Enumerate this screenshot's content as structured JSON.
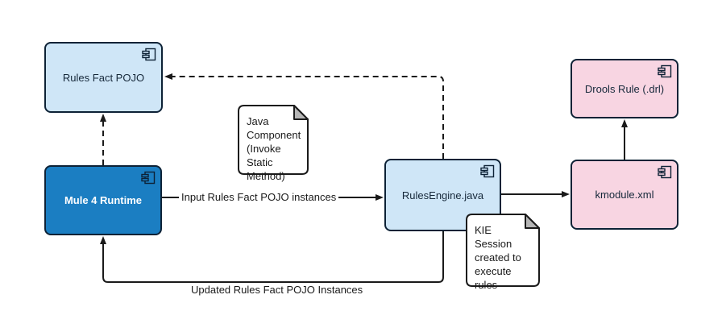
{
  "diagram": {
    "nodes": {
      "rules_fact_pojo": {
        "label": "Rules Fact POJO",
        "fill": "#cfe6f7"
      },
      "mule_runtime": {
        "label": "Mule 4 Runtime",
        "fill": "#1b7ec2",
        "text_color": "#ffffff"
      },
      "rules_engine": {
        "label": "RulesEngine.java",
        "fill": "#cfe6f7"
      },
      "kmodule": {
        "label": "kmodule.xml",
        "fill": "#f8d5e2"
      },
      "drools_rule": {
        "label": "Drools Rule (.drl)",
        "fill": "#f8d5e2"
      }
    },
    "notes": {
      "java_component": {
        "text": " Java\nComponent\n(Invoke Static\nMethod)"
      },
      "kie_session": {
        "text": "KIE\nSession\ncreated to\nexecute rules"
      }
    },
    "edges": {
      "input_label": "Input Rules Fact POJO instances",
      "updated_label": "Updated Rules Fact POJO Instances"
    },
    "icons": {
      "component": "uml-component-icon"
    },
    "colors": {
      "box_stroke": "#0d2236",
      "arrow": "#1a1a1a",
      "light_blue_fill": "#cfe6f7",
      "mule_blue_fill": "#1b7ec2",
      "pink_fill": "#f8d5e2",
      "note_fill": "#ffffff",
      "note_fold": "#b5b5b5",
      "background": "#ffffff"
    }
  }
}
